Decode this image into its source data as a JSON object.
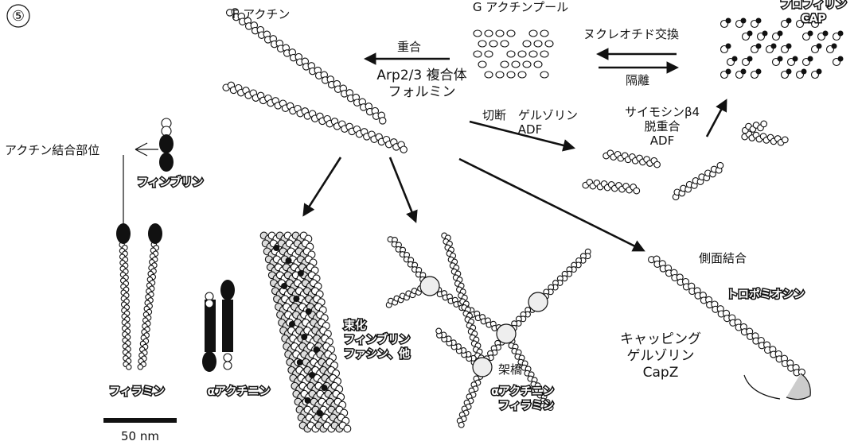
{
  "figure_number": "⑤",
  "labels": {
    "f_actin": "F アクチン",
    "g_actin_pool": "G アクチンプール",
    "profilin_cap": "プロフィリン\nCAP",
    "polymerize": "重合",
    "arp23_formin": "Arp2/3 複合体\nフォルミン",
    "nucleotide_exchange": "ヌクレオチド交換",
    "dissociate": "隔離",
    "cut_gelsolin_adf": "切断　ゲルゾリン\nADF",
    "thymosin_depoly_adf": "サイモシンβ4\n脱重合\nADF",
    "actin_binding_site": "アクチン結合部位",
    "fimbrin": "フィンブリン",
    "filamin": "フィラミン",
    "alpha_actinin": "αアクチニン",
    "bundling": "束化\nフィンブリン\nファシン、他",
    "crosslink": "架橋",
    "crosslink_proteins": "αアクチニン\nフィラミン",
    "side_binding": "側面結合",
    "tropomyosin": "トロポミオシン",
    "capping": "キャッピング\nゲルゾリン\nCapZ",
    "scale": "50 nm"
  },
  "colors": {
    "ink": "#111111",
    "paper": "#ffffff",
    "bead_shade": "#dddddd"
  }
}
